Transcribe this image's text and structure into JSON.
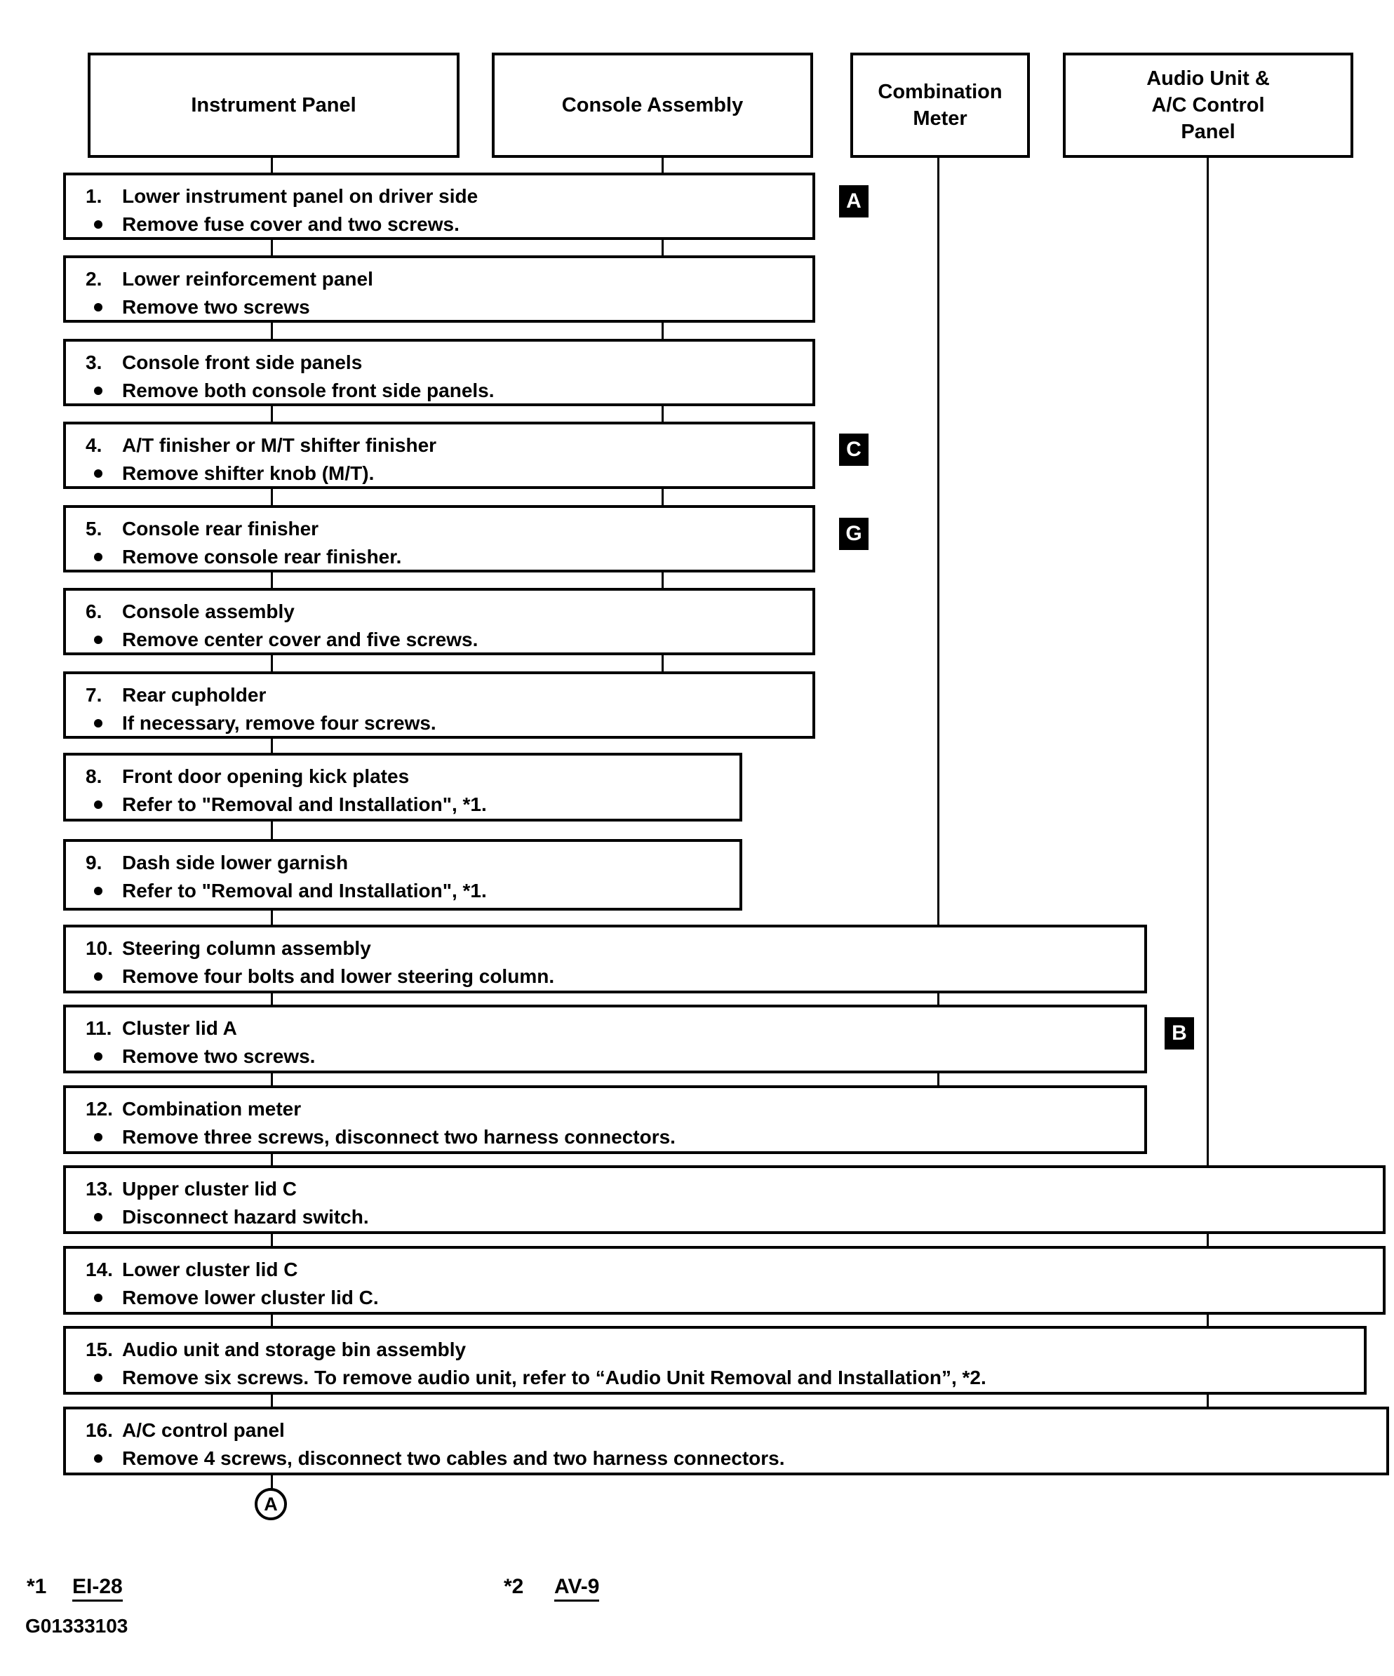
{
  "page": {
    "colors": {
      "ink": "#000000",
      "paper": "#ffffff"
    },
    "headers": [
      {
        "label": "Instrument Panel"
      },
      {
        "label": "Console Assembly"
      },
      {
        "label": "Combination Meter"
      },
      {
        "label": "Audio Unit & A/C Control Panel"
      }
    ],
    "steps": [
      {
        "num": "1.",
        "title": "Lower instrument panel on driver side",
        "detail": "Remove fuse cover and two screws.",
        "badge": "A"
      },
      {
        "num": "2.",
        "title": "Lower reinforcement panel",
        "detail": "Remove two screws"
      },
      {
        "num": "3.",
        "title": "Console front side panels",
        "detail": "Remove both console front side panels."
      },
      {
        "num": "4.",
        "title": "A/T finisher or M/T shifter finisher",
        "detail": "Remove shifter knob (M/T).",
        "badge": "C"
      },
      {
        "num": "5.",
        "title": "Console rear finisher",
        "detail": "Remove console rear finisher.",
        "badge": "G"
      },
      {
        "num": "6.",
        "title": "Console assembly",
        "detail": "Remove center cover and five screws."
      },
      {
        "num": "7.",
        "title": "Rear cupholder",
        "detail": "If necessary, remove four screws."
      },
      {
        "num": "8.",
        "title": "Front door opening kick plates",
        "detail": "Refer to \"Removal and Installation\", *1."
      },
      {
        "num": "9.",
        "title": "Dash side lower garnish",
        "detail": "Refer to \"Removal and Installation\", *1."
      },
      {
        "num": "10.",
        "title": "Steering column assembly",
        "detail": "Remove four bolts and lower steering column."
      },
      {
        "num": "11.",
        "title": "Cluster lid A",
        "detail": "Remove two screws.",
        "badge": "B"
      },
      {
        "num": "12.",
        "title": "Combination meter",
        "detail": "Remove three screws, disconnect two harness connectors."
      },
      {
        "num": "13.",
        "title": "Upper cluster lid C",
        "detail": "Disconnect hazard switch."
      },
      {
        "num": "14.",
        "title": "Lower cluster lid C",
        "detail": "Remove lower cluster lid C."
      },
      {
        "num": "15.",
        "title": "Audio unit and storage bin assembly",
        "detail": "Remove six screws. To remove audio unit, refer to “Audio Unit Removal and Installation”, *2."
      },
      {
        "num": "16.",
        "title": "A/C control panel",
        "detail": "Remove 4 screws, disconnect two cables and two harness connectors."
      }
    ],
    "connector_circle_label": "A",
    "footnotes": [
      {
        "marker": "*1",
        "ref": "EI-28"
      },
      {
        "marker": "*2",
        "ref": "AV-9"
      }
    ],
    "figure_id": "G01333103"
  }
}
